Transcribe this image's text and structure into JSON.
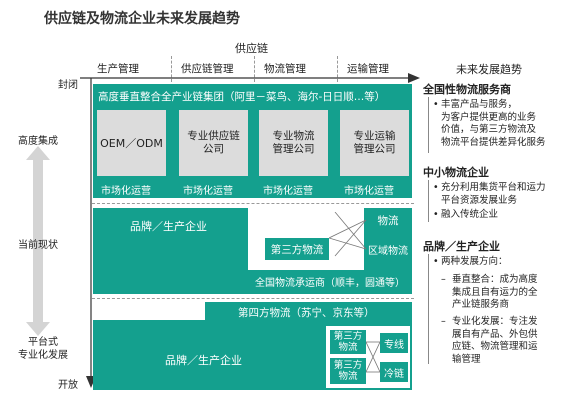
{
  "title": "供应链及物流企业未来发展趋势",
  "supply_chain_label": "供应链",
  "columns": [
    "生产管理",
    "供应链管理",
    "物流管理",
    "运输管理"
  ],
  "trend_header": "未来发展趋势",
  "y_axis": {
    "top": "封闭",
    "high": "高度集成",
    "current": "当前现状",
    "platform": "平台式\n专业化发展",
    "bottom": "开放"
  },
  "section1": {
    "banner": "高度垂直整合全产业链集团（阿里－菜鸟、海尔-日日顺…等）",
    "boxes": [
      "OEM／ODM",
      "专业供应链\n公司",
      "专业物流\n管理公司",
      "专业运输\n管理公司"
    ],
    "footer": "市场化运营"
  },
  "section2": {
    "brand": "品牌／生产企业",
    "logistics": "物流",
    "third_party": "第三方物流",
    "regional": "区域物流",
    "national": "全国物流承运商（顺丰，圆通等）"
  },
  "section3": {
    "fourth_party": "第四方物流（苏宁、京东等）",
    "brand": "品牌／生产企业",
    "third_party_a": "第三方\n物流",
    "third_party_b": "第三方\n物流",
    "dedicated": "专线",
    "cold_chain": "冷链"
  },
  "right_panel": {
    "national_title": "全国性物流服务商",
    "national_bullet": "丰富产品与服务，\n为客户提供更高的业务\n价值，与第三方物流及\n物流平台提供差异化服务",
    "sme_title": "中小物流企业",
    "sme_bullets": [
      "充分利用集货平台和运力\n平台资源发展业务",
      "融入传统企业"
    ],
    "brand_title": "品牌／生产企业",
    "brand_intro": "两种发展方向：",
    "brand_dirs": [
      "垂直整合：成为高度\n集成且自有运力的全\n产业链服务商",
      "专业化发展：专注发\n展自有产品、外包供\n应链、物流管理和运\n输管理"
    ]
  }
}
